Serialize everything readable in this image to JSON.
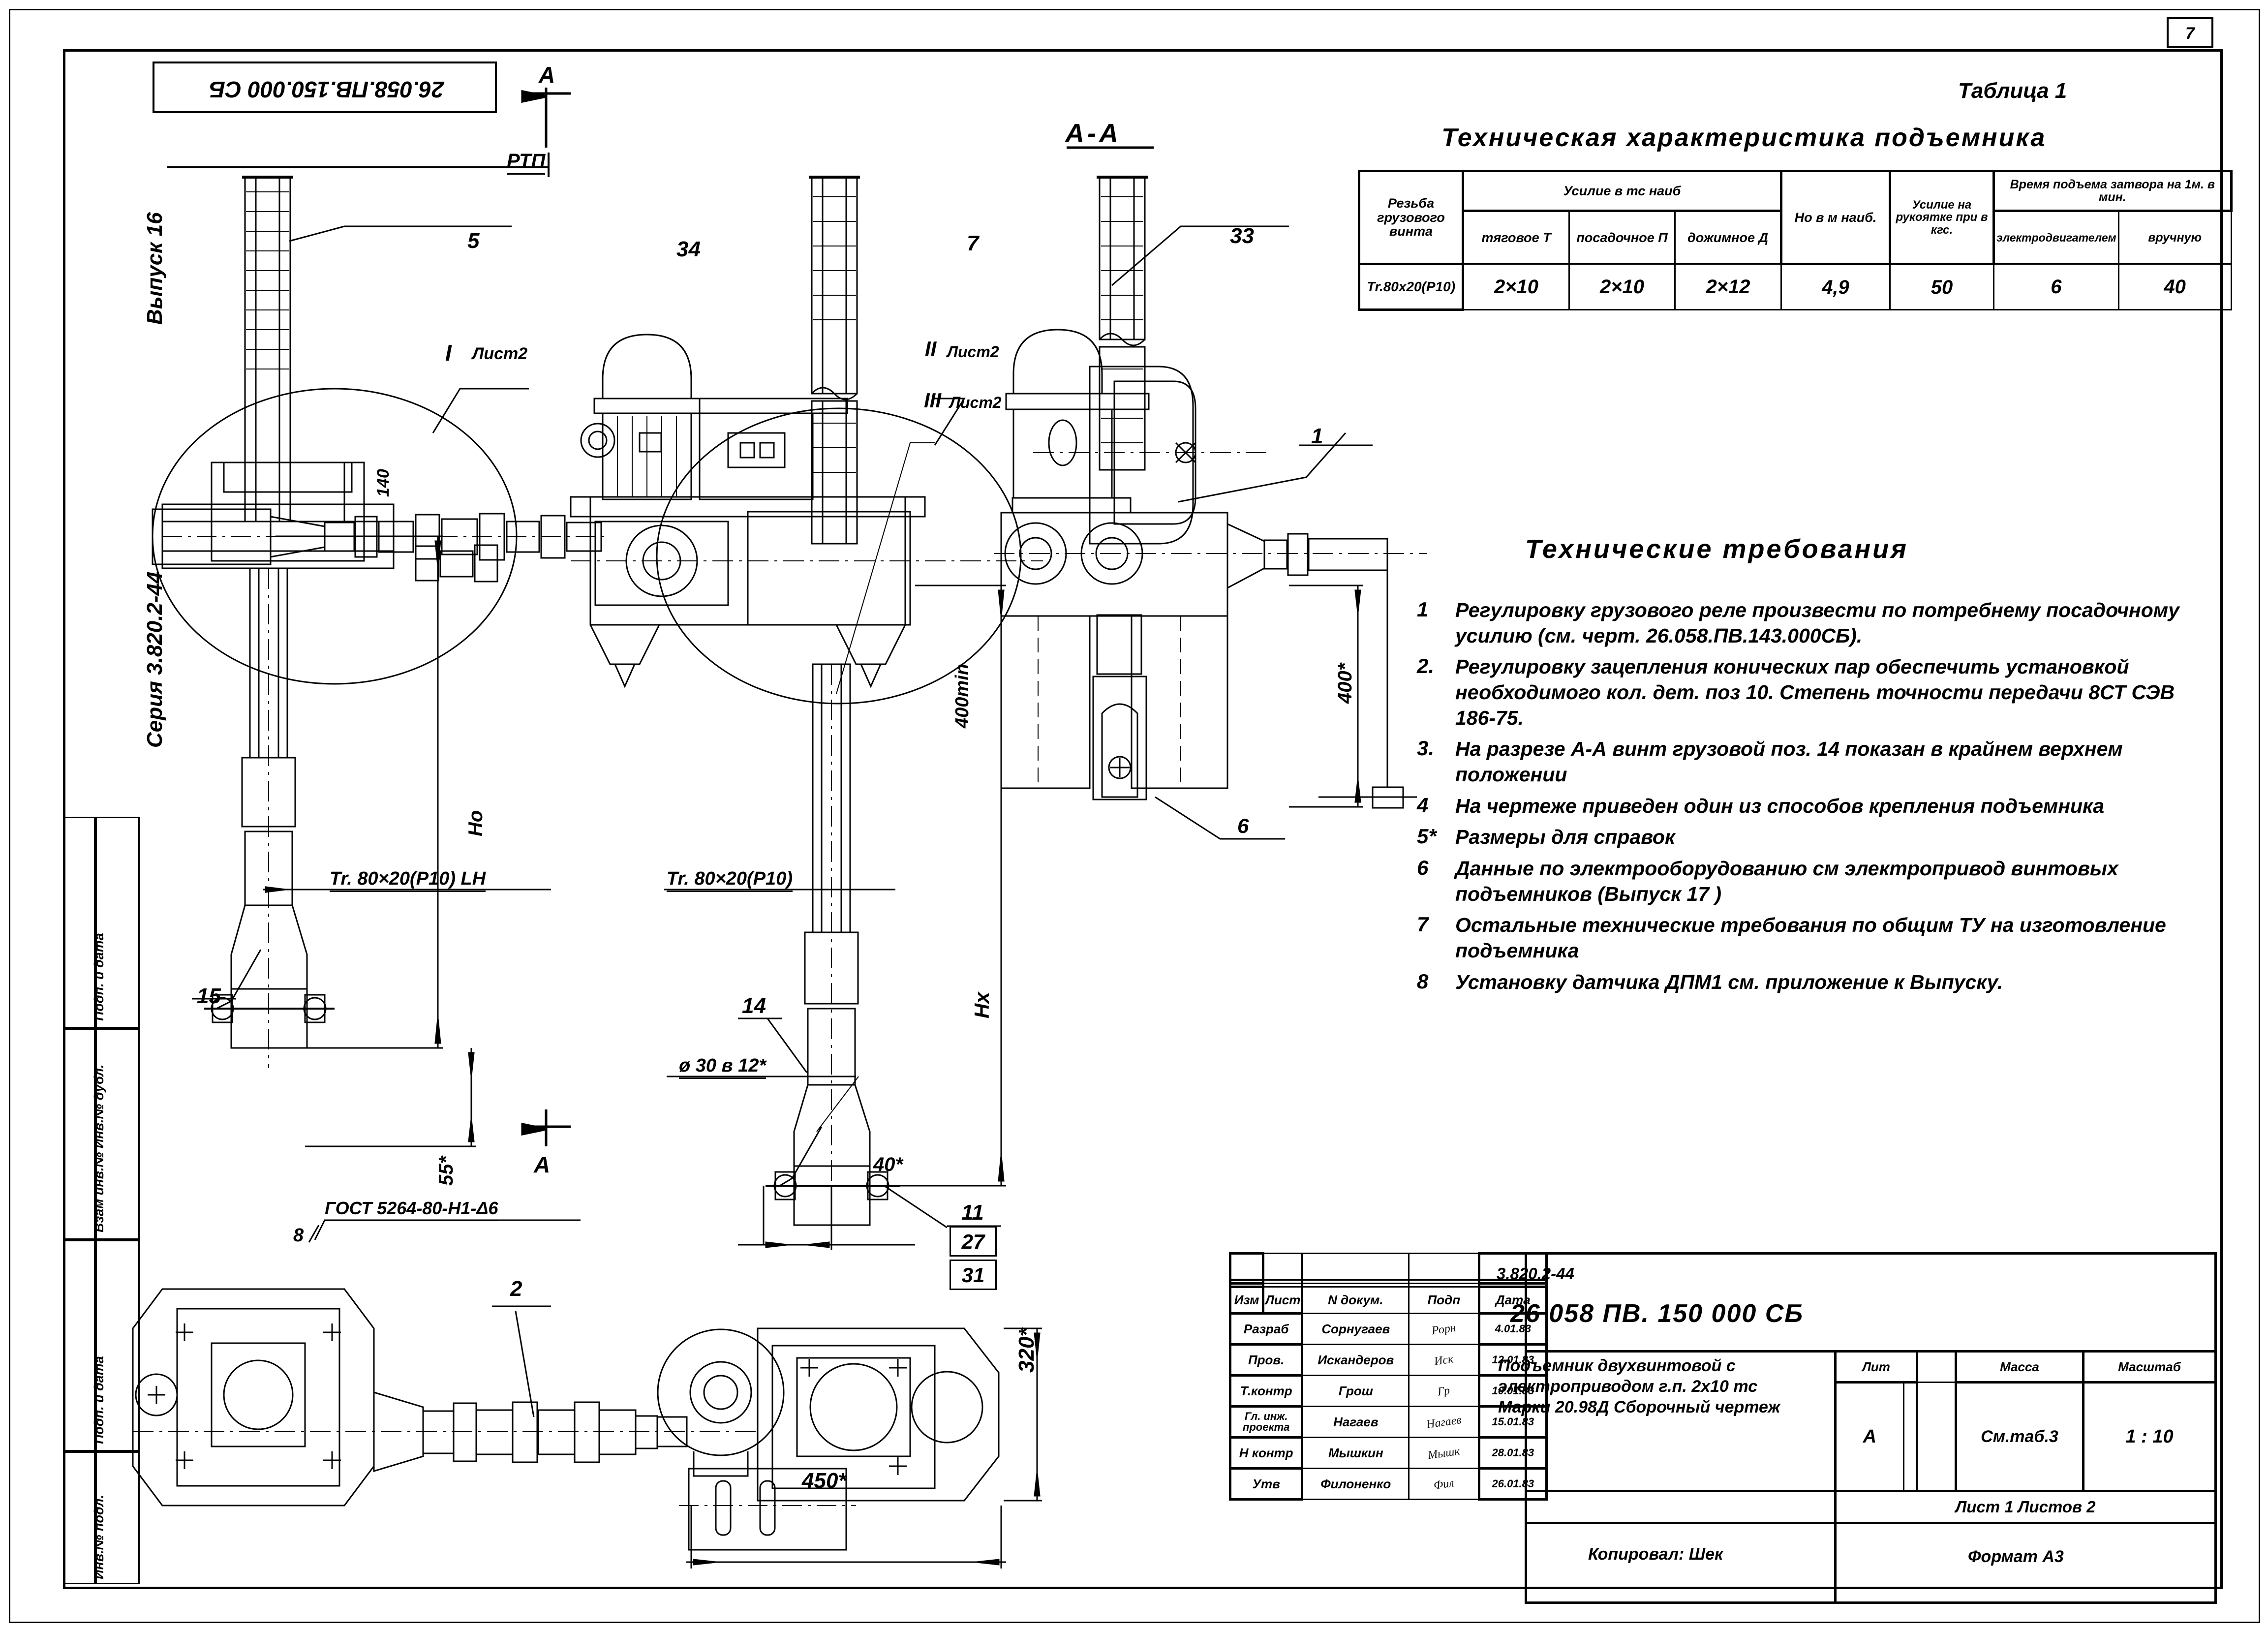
{
  "sheet": {
    "drawing_number_topleft": "26.058.ПВ.150.000 СБ",
    "sheet_corner_number": "7",
    "series_vertical": "Серия 3.820.2-44",
    "issue_vertical": "Выпуск 16",
    "margin_labels": [
      "Подп. и дата",
      "Взам инв.№ Инв.№ дубл.",
      "Подп. и дата",
      "Инв.№ подл."
    ]
  },
  "table1": {
    "caption": "Таблица 1",
    "title": "Техническая  характеристика  подъемника",
    "headers": {
      "thread": "Резьба грузового винта",
      "force_group": "Усилие в тс наиб",
      "force_sub": [
        "тяговое Т",
        "посадочное П",
        "дожимное Д"
      ],
      "ho": "Hо в м наиб.",
      "handle": "Усилие на рукоятке при в кгс.",
      "time_group": "Время подъема затвора на 1м. в мин.",
      "time_sub": [
        "электродвигателем",
        "вручную"
      ]
    },
    "row": {
      "thread": "Tr.80x20(P10)",
      "t": "2×10",
      "p": "2×10",
      "d": "2×12",
      "ho": "4,9",
      "handle": "50",
      "motor": "6",
      "manual": "40"
    }
  },
  "tech_req": {
    "title": "Технические    требования",
    "items": [
      {
        "num": "1",
        "text": "Регулировку грузового реле произвести по потребнему посадочному усилию (см. черт. 26.058.ПВ.143.000СБ)."
      },
      {
        "num": "2.",
        "text": "Регулировку зацепления конических пар обеспечить установкой необходимого кол. дет. поз 10. Степень точности передачи 8СТ СЭВ 186-75."
      },
      {
        "num": "3.",
        "text": "На разрезе А-А винт грузовой поз. 14 показан в крайнем верхнем положении"
      },
      {
        "num": "4",
        "text": "На чертеже приведен один из способов крепления подъемника"
      },
      {
        "num": "5*",
        "text": "Размеры для справок"
      },
      {
        "num": "6",
        "text": "Данные по электрооборудованию см электропривод винтовых подъемников (Выпуск 17 )"
      },
      {
        "num": "7",
        "text": "Остальные технические требования по общим ТУ на изготовление подъемника"
      },
      {
        "num": "8",
        "text": "Установку датчика ДПМ1 см. приложение к Выпуску."
      }
    ]
  },
  "title_block": {
    "series": "3.820.2-44",
    "code": "26 058 ПВ. 150 000 СБ",
    "product_name": "Подъемник двухвинтовой с электроприводом г.п. 2х10 тс Марки 20.98Д Сборочный чертеж",
    "header_row": [
      "Изм",
      "Лист",
      "N докум.",
      "Подп",
      "Дата"
    ],
    "rows": [
      {
        "role": "Разраб",
        "name": "Сорнугаев",
        "sign": "Рорн",
        "date": "4.01.83"
      },
      {
        "role": "Пров.",
        "name": "Искандеров",
        "sign": "Иск",
        "date": "12.01.83"
      },
      {
        "role": "Т.контр",
        "name": "Грош",
        "sign": "Гр",
        "date": "10.01.83"
      },
      {
        "role": "Гл. инж. проекта",
        "name": "Нагаев",
        "sign": "Нагаев",
        "date": "15.01.83"
      },
      {
        "role": "Н контр",
        "name": "Мышкин",
        "sign": "Мышк",
        "date": "28.01.83"
      },
      {
        "role": "Утв",
        "name": "Филоненко",
        "sign": "Фил",
        "date": "26.01.83"
      }
    ],
    "lit_header": "Лит",
    "mass_header": "Масса",
    "scale_header": "Масштаб",
    "lit_value": "А",
    "mass_value": "См.таб.3",
    "scale_value": "1 : 10",
    "sheet_line": "Лист 1  Листов 2",
    "copied_by": "Копировал: Шек",
    "format": "Формат А3"
  },
  "drawing_labels": {
    "section_aa": "А-А",
    "section_mark_a_top": "А",
    "section_mark_a_bottom": "А",
    "rtp": "РТП",
    "detail_I": "I",
    "detail_I_sheet": "Лист2",
    "detail_II": "II",
    "detail_II_sheet": "Лист2",
    "detail_III": "III",
    "detail_III_sheet": "Лист2",
    "pos_5": "5",
    "pos_34": "34",
    "pos_7": "7",
    "pos_33": "33",
    "pos_1": "1",
    "pos_6": "6",
    "pos_15": "15",
    "pos_14": "14",
    "pos_2": "2",
    "pos_8": "8",
    "pos_11": "11",
    "pos_27": "27",
    "pos_31": "31",
    "dim_140": "140",
    "dim_Ho": "Hо",
    "dim_Hx": "Hx",
    "dim_400min": "400min",
    "dim_400star": "400*",
    "dim_55star": "55*",
    "dim_40star": "40*",
    "dim_320star": "320*",
    "dim_450star": "450*",
    "thread_left": "Tr. 80×20(Р10) LH",
    "thread_right": "Tr. 80×20(Р10)",
    "dia_30": "ø 30 в 12*",
    "weld_gost": "ГОСТ 5264-80-Н1-Δ6"
  }
}
